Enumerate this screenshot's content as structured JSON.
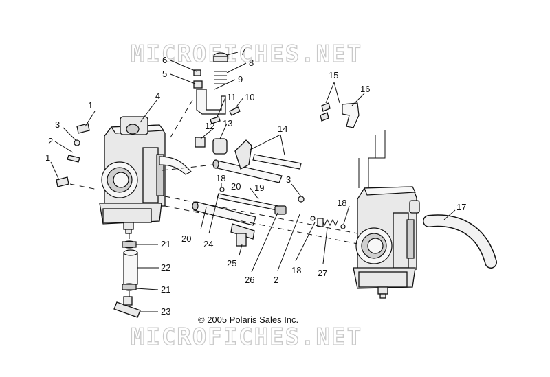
{
  "watermark": "MICROFICHES.NET",
  "copyright": "© 2005 Polaris Sales Inc.",
  "callouts": [
    {
      "id": "c1a",
      "text": "1"
    },
    {
      "id": "c1b",
      "text": "1"
    },
    {
      "id": "c2a",
      "text": "2"
    },
    {
      "id": "c2b",
      "text": "2"
    },
    {
      "id": "c3a",
      "text": "3"
    },
    {
      "id": "c3b",
      "text": "3"
    },
    {
      "id": "c4",
      "text": "4"
    },
    {
      "id": "c5",
      "text": "5"
    },
    {
      "id": "c6",
      "text": "6"
    },
    {
      "id": "c7",
      "text": "7"
    },
    {
      "id": "c8",
      "text": "8"
    },
    {
      "id": "c9",
      "text": "9"
    },
    {
      "id": "c10",
      "text": "10"
    },
    {
      "id": "c11",
      "text": "11"
    },
    {
      "id": "c12",
      "text": "12"
    },
    {
      "id": "c13",
      "text": "13"
    },
    {
      "id": "c14",
      "text": "14"
    },
    {
      "id": "c15",
      "text": "15"
    },
    {
      "id": "c16",
      "text": "16"
    },
    {
      "id": "c17",
      "text": "17"
    },
    {
      "id": "c18a",
      "text": "18"
    },
    {
      "id": "c18b",
      "text": "18"
    },
    {
      "id": "c18c",
      "text": "18"
    },
    {
      "id": "c19",
      "text": "19"
    },
    {
      "id": "c20a",
      "text": "20"
    },
    {
      "id": "c20b",
      "text": "20"
    },
    {
      "id": "c21a",
      "text": "21"
    },
    {
      "id": "c21b",
      "text": "21"
    },
    {
      "id": "c22",
      "text": "22"
    },
    {
      "id": "c23",
      "text": "23"
    },
    {
      "id": "c24",
      "text": "24"
    },
    {
      "id": "c25",
      "text": "25"
    },
    {
      "id": "c26",
      "text": "26"
    },
    {
      "id": "c27",
      "text": "27"
    }
  ]
}
